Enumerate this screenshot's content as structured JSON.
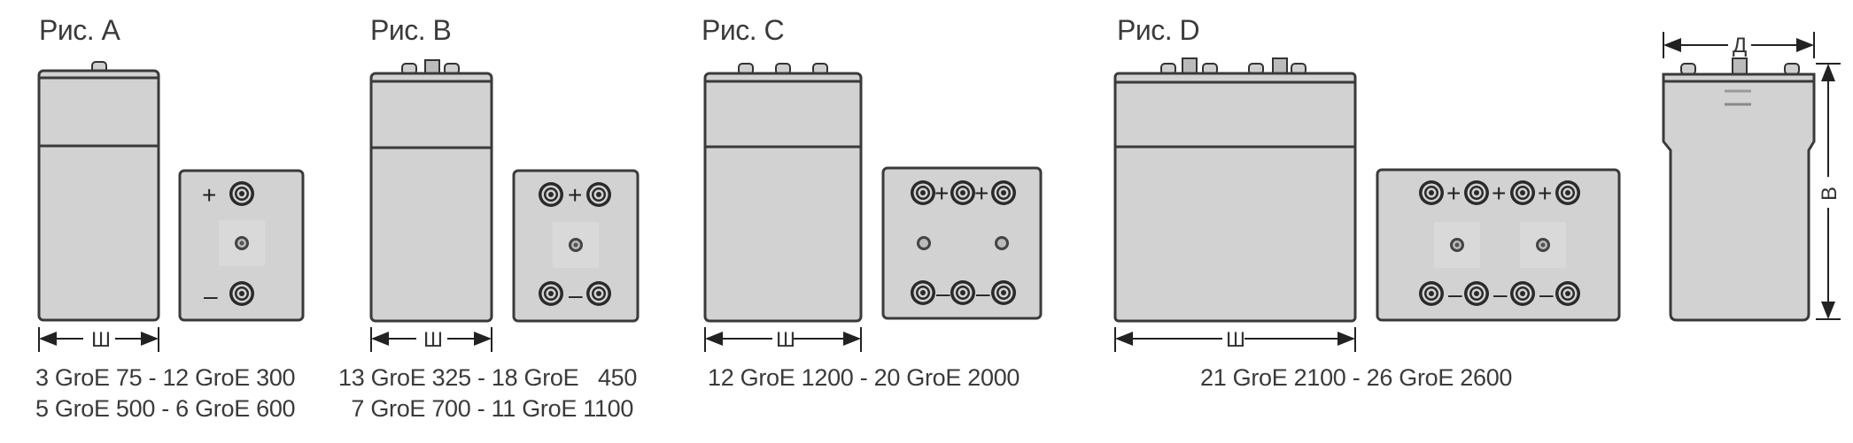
{
  "figures": [
    {
      "label": "Рис. A",
      "captions": [
        "3 GroE 75 - 12 GroE 300",
        "5 GroE 500 - 6 GroE 600"
      ]
    },
    {
      "label": "Рис. B",
      "captions": [
        "13 GroE 325 - 18 GroE   450",
        "  7 GroE 700 - 11 GroE 1100"
      ]
    },
    {
      "label": "Рис. C",
      "captions": [
        "12 GroE 1200 - 20 GroE 2000"
      ]
    },
    {
      "label": "Рис. D",
      "captions": [
        "21 GroE 2100 - 26 GroE 2600"
      ]
    }
  ],
  "dimensions": {
    "width": "Ш",
    "depth": "Д",
    "height": "В"
  },
  "polarity": {
    "plus": "+",
    "minus": "–"
  }
}
